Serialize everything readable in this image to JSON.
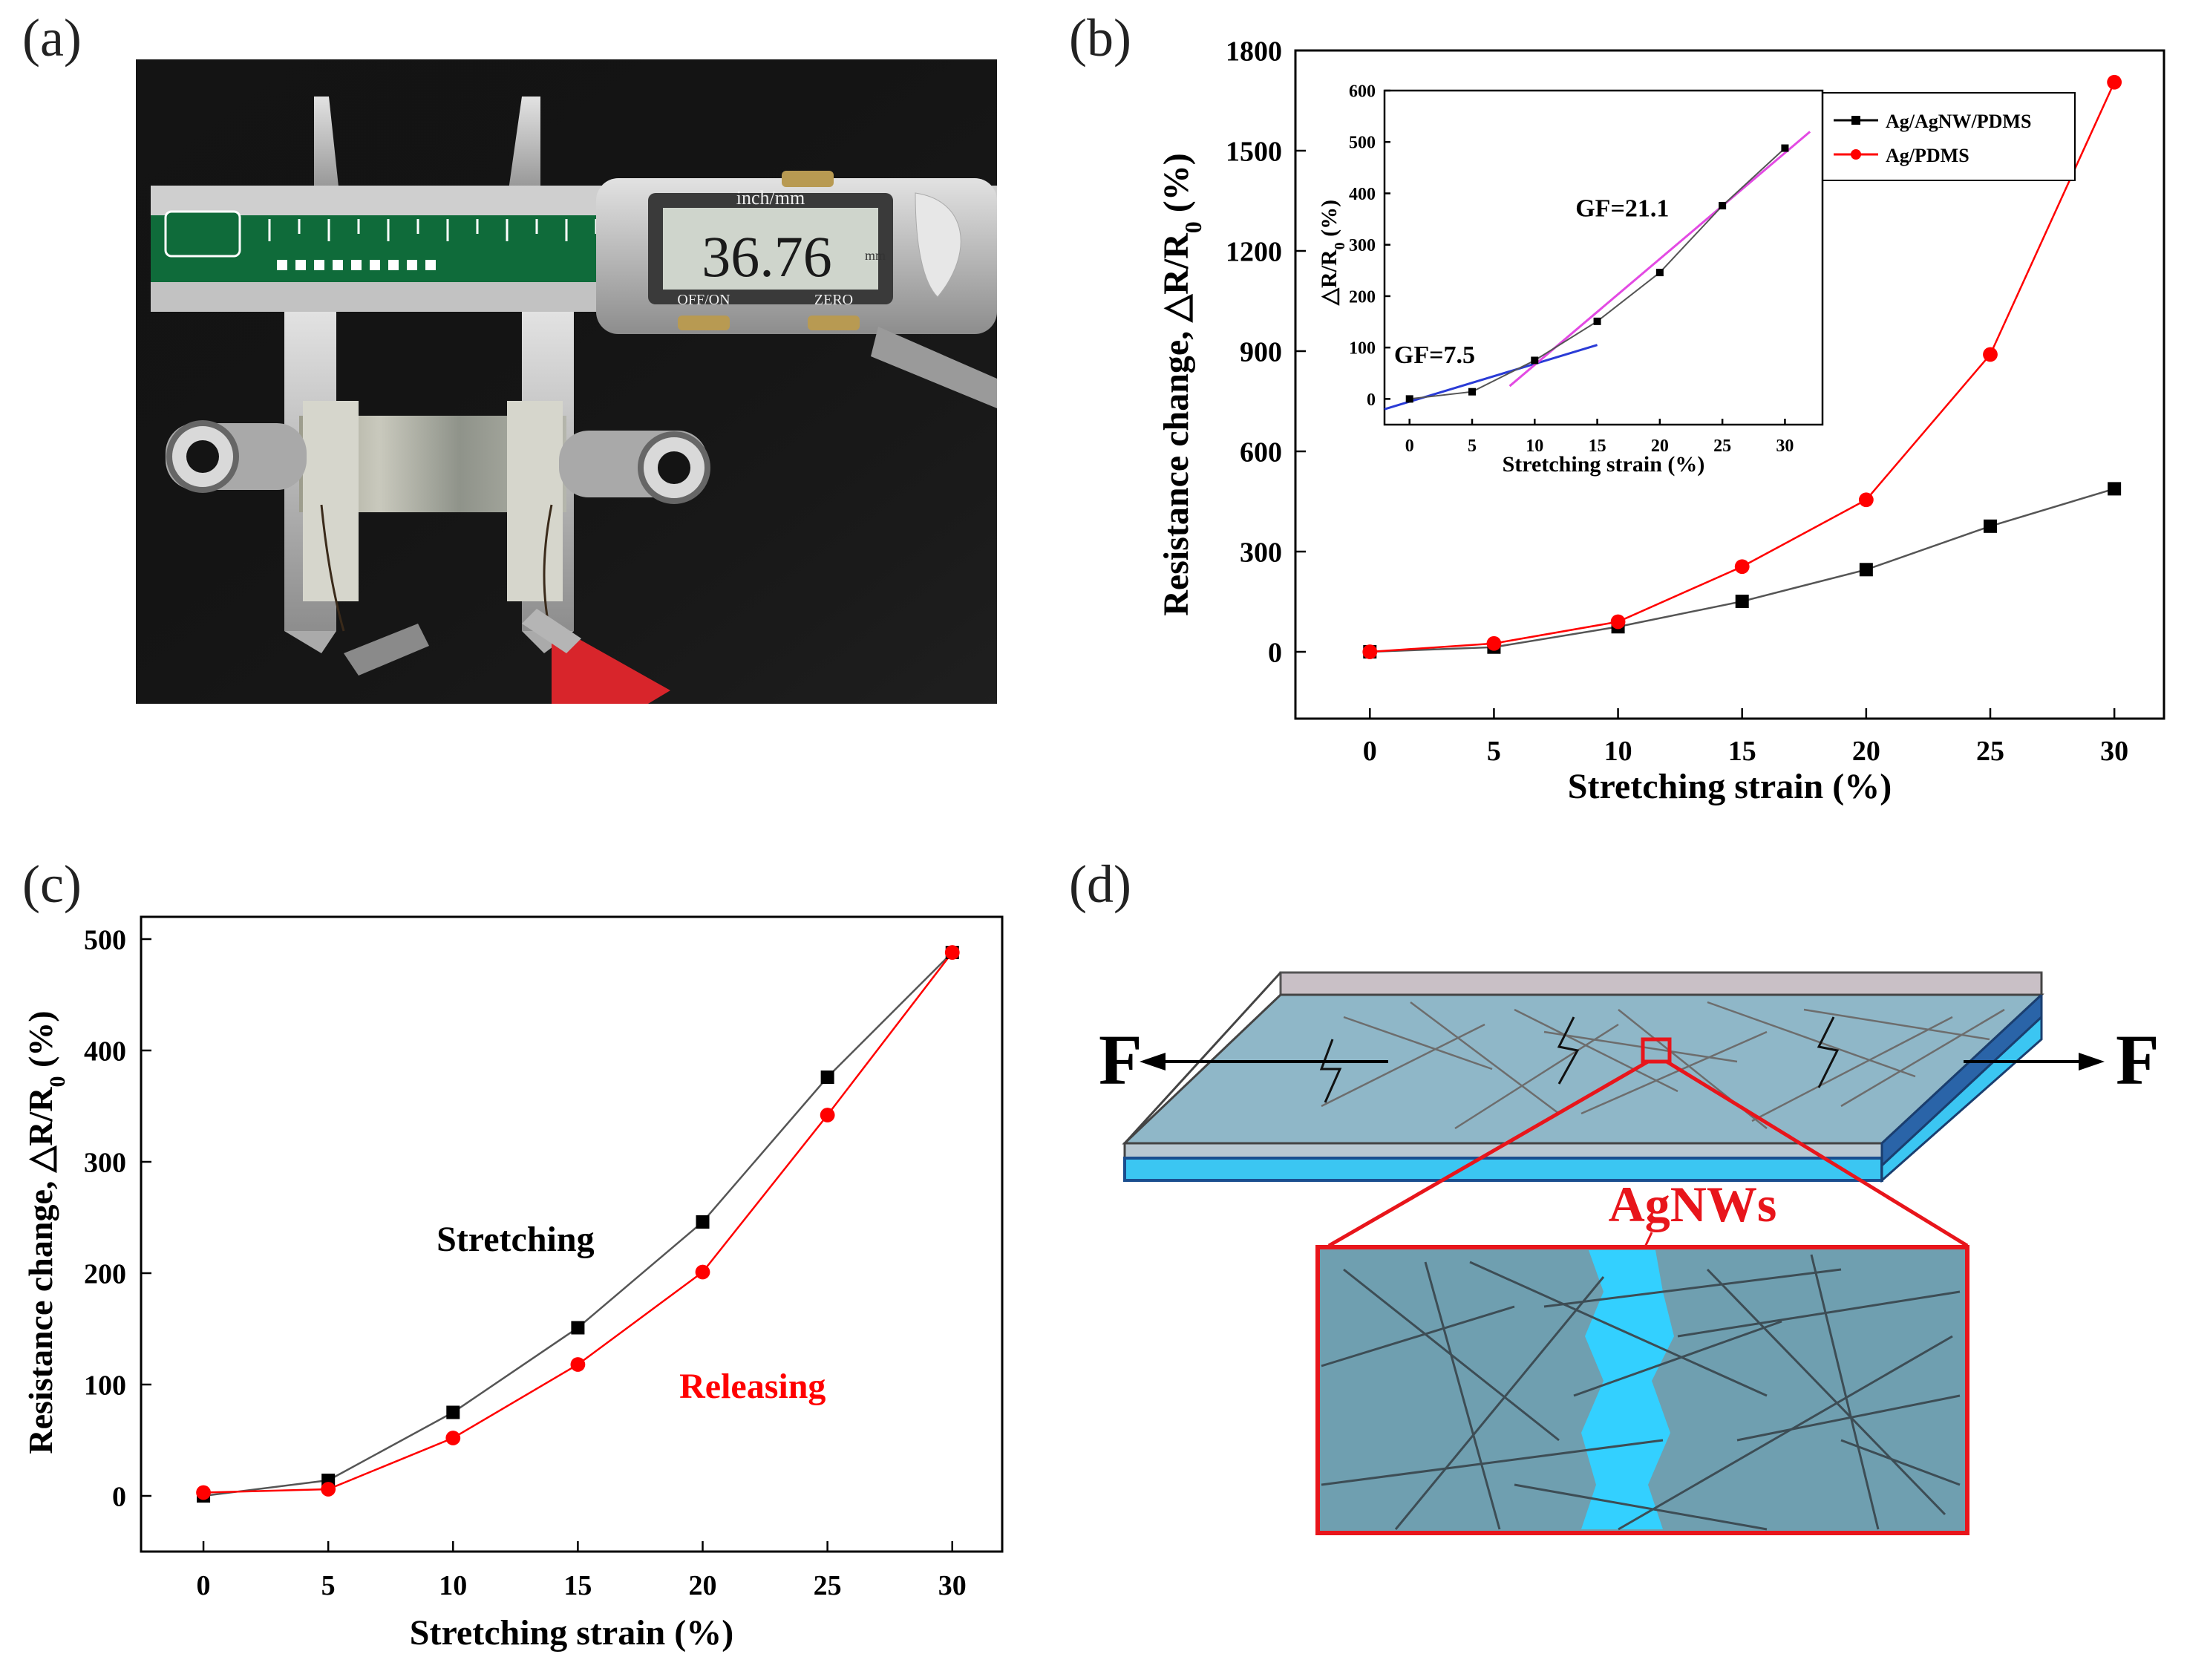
{
  "figure": {
    "labels": {
      "a": "(a)",
      "b": "(b)",
      "c": "(c)",
      "d": "(d)"
    }
  },
  "photo": {
    "caliper_unit_label": "inch/mm",
    "caliper_reading": "36.76",
    "caliper_unit_suffix": "mm",
    "button_off_on": "OFF/ON",
    "button_zero": "ZERO",
    "colors": {
      "background": "#111111",
      "caliper": "#c9c9c9",
      "scale_green": "#0f6b3a",
      "lcd": "#cfd5cc",
      "clip_red": "#d8252b"
    }
  },
  "schematic": {
    "force_left": "F",
    "force_right": "F",
    "callout_label": "AgNWs",
    "colors": {
      "film_top": "#8fb7c8",
      "film_edge": "#3bc6f2",
      "nanowire": "#4a4a4a",
      "highlight": "#e8151b",
      "crack": "#33d0ff",
      "zoom_fill": "#6f9fb0"
    }
  },
  "chart_data": [
    {
      "id": "b-main",
      "type": "line",
      "xlabel": "Stretching strain (%)",
      "ylabel": "Resistance change, △R/R0 (%)",
      "ylabel_main": "Resistance change, △R/R",
      "ylabel_sub": "0",
      "ylabel_tail": " (%)",
      "xlim": [
        -3,
        32
      ],
      "ylim": [
        -200,
        1800
      ],
      "xticks": [
        0,
        5,
        10,
        15,
        20,
        25,
        30
      ],
      "yticks": [
        0,
        300,
        600,
        900,
        1200,
        1500,
        1800
      ],
      "legend_position": "top-right",
      "series": [
        {
          "name": "Ag/AgNW/PDMS",
          "color": "#000000",
          "marker": "square",
          "x": [
            0,
            5,
            10,
            15,
            20,
            25,
            30
          ],
          "y": [
            0,
            14,
            75,
            151,
            246,
            376,
            488
          ]
        },
        {
          "name": "Ag/PDMS",
          "color": "#ff0000",
          "marker": "circle",
          "x": [
            0,
            5,
            10,
            15,
            20,
            25,
            30
          ],
          "y": [
            0,
            25,
            90,
            255,
            455,
            890,
            1705
          ]
        }
      ]
    },
    {
      "id": "b-inset",
      "type": "line",
      "xlabel": "Stretching strain (%)",
      "ylabel": "△R/R0 (%)",
      "ylabel_main": "△R/R",
      "ylabel_sub": "0",
      "ylabel_tail": " (%)",
      "xlim": [
        -2,
        33
      ],
      "ylim": [
        -50,
        600
      ],
      "xticks": [
        0,
        5,
        10,
        15,
        20,
        25,
        30
      ],
      "yticks": [
        0,
        100,
        200,
        300,
        400,
        500,
        600
      ],
      "series": [
        {
          "color": "#000000",
          "marker": "square",
          "x": [
            0,
            5,
            10,
            15,
            20,
            25,
            30
          ],
          "y": [
            0,
            14,
            75,
            151,
            246,
            376,
            488
          ]
        }
      ],
      "fits": [
        {
          "color": "#2a3bd6",
          "x": [
            -2,
            15
          ],
          "y": [
            -20,
            105
          ]
        },
        {
          "color": "#e34ae3",
          "x": [
            8,
            32
          ],
          "y": [
            25,
            520
          ]
        }
      ],
      "annotations": [
        {
          "text": "GF=7.5",
          "x": 2,
          "y": 70
        },
        {
          "text": "GF=21.1",
          "x": 17,
          "y": 355
        }
      ]
    },
    {
      "id": "c",
      "type": "line",
      "xlabel": "Stretching strain (%)",
      "ylabel": "Resistance change, △R/R0 (%)",
      "ylabel_main": "Resistance change, △R/R",
      "ylabel_sub": "0",
      "ylabel_tail": " (%)",
      "xlim": [
        -2.5,
        32
      ],
      "ylim": [
        -50,
        520
      ],
      "xticks": [
        0,
        5,
        10,
        15,
        20,
        25,
        30
      ],
      "yticks": [
        0,
        100,
        200,
        300,
        400,
        500
      ],
      "series": [
        {
          "name": "Stretching",
          "color": "#000000",
          "marker": "square",
          "x": [
            0,
            5,
            10,
            15,
            20,
            25,
            30
          ],
          "y": [
            0,
            14,
            75,
            151,
            246,
            376,
            488
          ]
        },
        {
          "name": "Releasing",
          "color": "#ff0000",
          "marker": "circle",
          "x": [
            0,
            5,
            10,
            15,
            20,
            25,
            30
          ],
          "y": [
            3,
            6,
            52,
            118,
            201,
            342,
            488
          ]
        }
      ],
      "annotations": [
        {
          "text": "Stretching",
          "x": 12.5,
          "y": 220,
          "color": "#000000"
        },
        {
          "text": "Releasing",
          "x": 22,
          "y": 88,
          "color": "#ff0000"
        }
      ]
    }
  ]
}
